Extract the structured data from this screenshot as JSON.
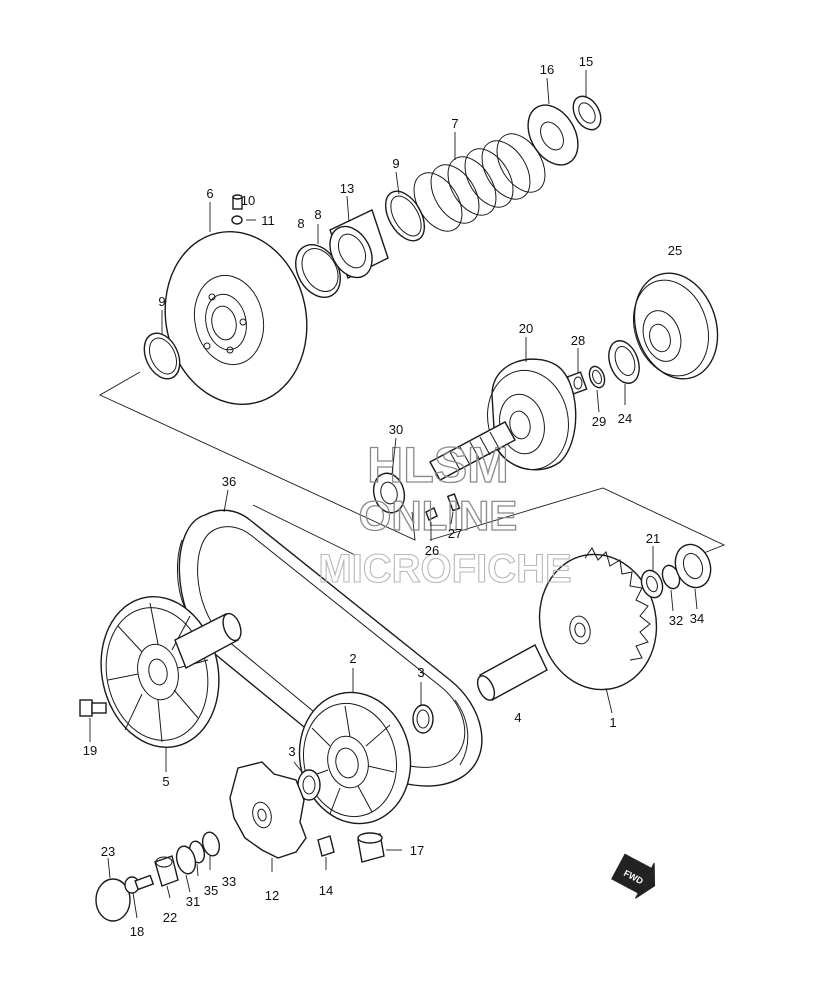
{
  "watermark": {
    "line1": "HLSM",
    "line2": "ONLINE",
    "line3": "MICROFICHE"
  },
  "fwd_badge": "FWD",
  "callouts": [
    {
      "id": "c1",
      "label": "1"
    },
    {
      "id": "c2",
      "label": "2"
    },
    {
      "id": "c3a",
      "label": "3"
    },
    {
      "id": "c3b",
      "label": "3"
    },
    {
      "id": "c4",
      "label": "4"
    },
    {
      "id": "c5",
      "label": "5"
    },
    {
      "id": "c6",
      "label": "6"
    },
    {
      "id": "c7",
      "label": "7"
    },
    {
      "id": "c8a",
      "label": "8"
    },
    {
      "id": "c8b",
      "label": "8"
    },
    {
      "id": "c9a",
      "label": "9"
    },
    {
      "id": "c9b",
      "label": "9"
    },
    {
      "id": "c10",
      "label": "10"
    },
    {
      "id": "c11",
      "label": "11"
    },
    {
      "id": "c12",
      "label": "12"
    },
    {
      "id": "c13",
      "label": "13"
    },
    {
      "id": "c14",
      "label": "14"
    },
    {
      "id": "c15",
      "label": "15"
    },
    {
      "id": "c16",
      "label": "16"
    },
    {
      "id": "c17",
      "label": "17"
    },
    {
      "id": "c18",
      "label": "18"
    },
    {
      "id": "c19",
      "label": "19"
    },
    {
      "id": "c20",
      "label": "20"
    },
    {
      "id": "c21",
      "label": "21"
    },
    {
      "id": "c22",
      "label": "22"
    },
    {
      "id": "c23",
      "label": "23"
    },
    {
      "id": "c24",
      "label": "24"
    },
    {
      "id": "c25",
      "label": "25"
    },
    {
      "id": "c26",
      "label": "26"
    },
    {
      "id": "c27",
      "label": "27"
    },
    {
      "id": "c28",
      "label": "28"
    },
    {
      "id": "c29",
      "label": "29"
    },
    {
      "id": "c30",
      "label": "30"
    },
    {
      "id": "c31",
      "label": "31"
    },
    {
      "id": "c32",
      "label": "32"
    },
    {
      "id": "c33",
      "label": "33"
    },
    {
      "id": "c34",
      "label": "34"
    },
    {
      "id": "c35",
      "label": "35"
    },
    {
      "id": "c36",
      "label": "36"
    }
  ]
}
